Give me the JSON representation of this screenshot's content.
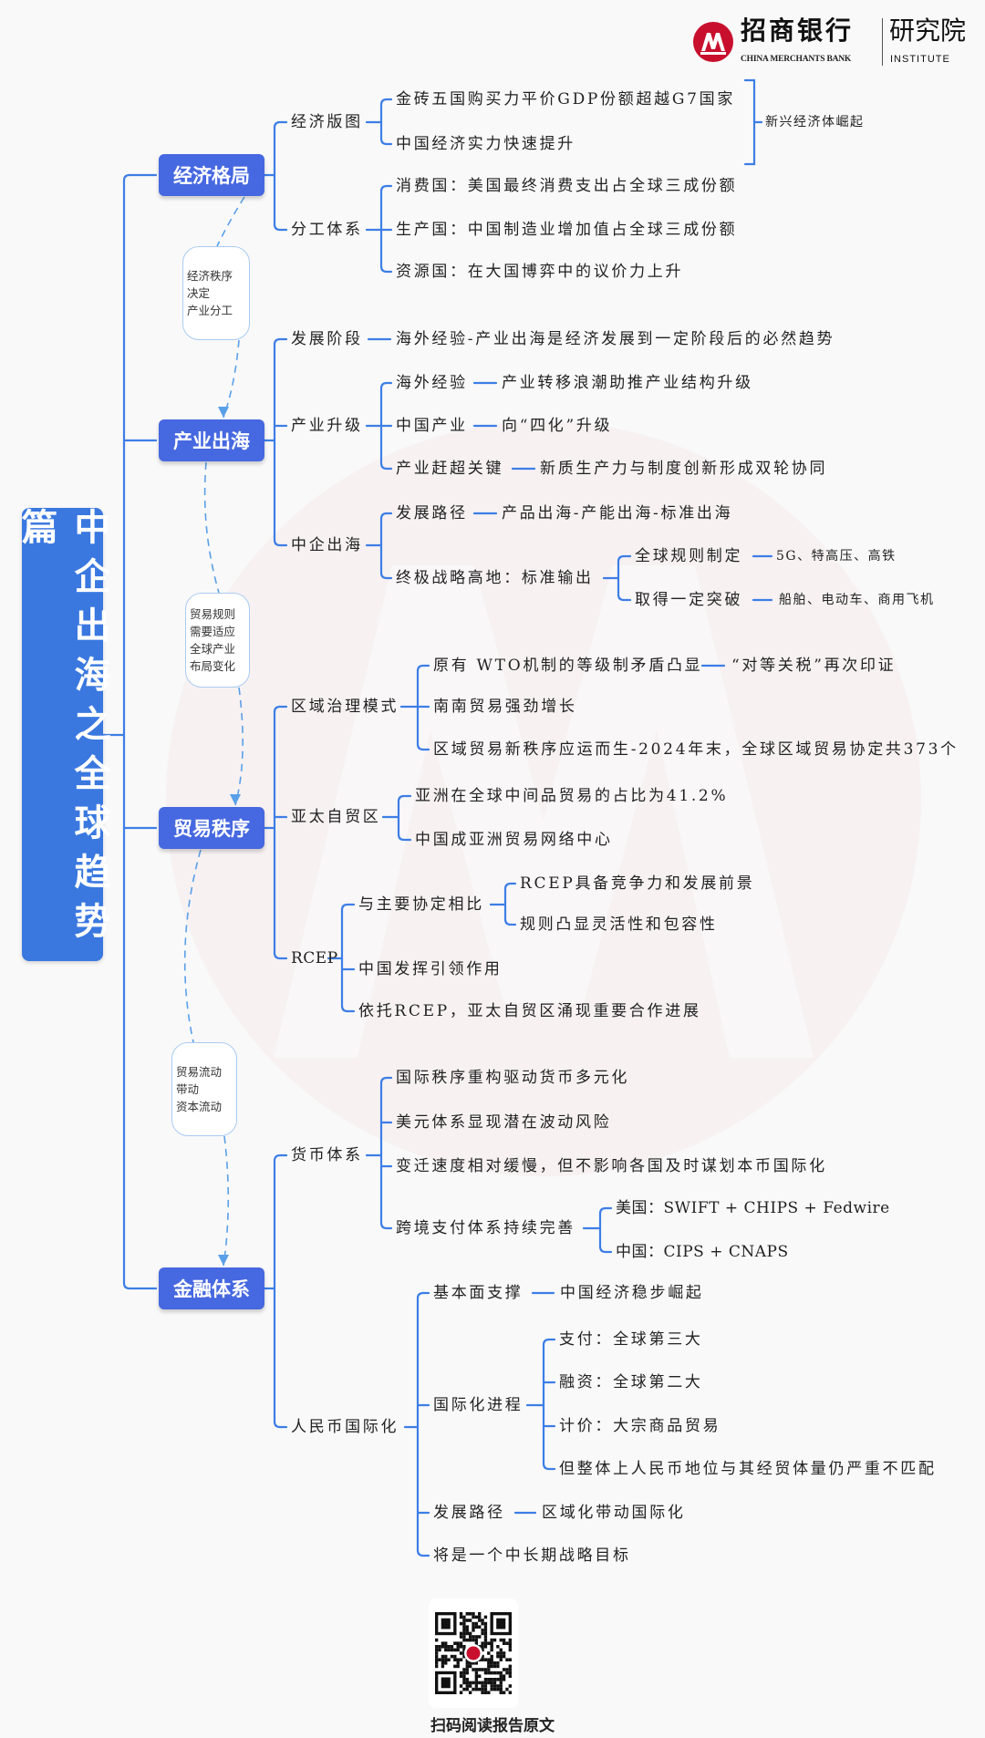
{
  "header": {
    "bank_name": "招商银行",
    "bank_name_en": "CHINA MERCHANTS BANK",
    "institute": "研究院",
    "institute_en": "INSTITUTE"
  },
  "title": "中企出海之全球趋势篇",
  "colors": {
    "line": "#3d7ee6",
    "category": "#4668e0",
    "title_box": "#3a78e0",
    "logo_red": "#c8102e"
  },
  "sections": [
    {
      "label": "经济格局",
      "branches": [
        {
          "label": "经济版图",
          "items": [
            {
              "label": "金砖五国购买力平价GDP份额超越G7国家"
            },
            {
              "label": "中国经济实力快速提升"
            }
          ],
          "summary": "新兴经济体崛起"
        },
        {
          "label": "分工体系",
          "items": [
            {
              "label": "消费国：美国最终消费支出占全球三成份额"
            },
            {
              "label": "生产国：中国制造业增加值占全球三成份额"
            },
            {
              "label": "资源国：在大国博弈中的议价力上升"
            }
          ]
        }
      ]
    },
    {
      "label": "产业出海",
      "branches": [
        {
          "label": "发展阶段",
          "detail": "海外经验-产业出海是经济发展到一定阶段后的必然趋势"
        },
        {
          "label": "产业升级",
          "items": [
            {
              "label": "海外经验",
              "detail": "产业转移浪潮助推产业结构升级"
            },
            {
              "label": "中国产业",
              "detail": "向“四化”升级"
            },
            {
              "label": "产业赶超关键",
              "detail": "新质生产力与制度创新形成双轮协同"
            }
          ]
        },
        {
          "label": "中企出海",
          "items": [
            {
              "label": "发展路径",
              "detail": "产品出海-产能出海-标准出海"
            },
            {
              "label": "终极战略高地：标准输出",
              "sub": [
                {
                  "label": "全球规则制定",
                  "detail": "5G、特高压、高铁"
                },
                {
                  "label": "取得一定突破",
                  "detail": "船舶、电动车、商用飞机"
                }
              ]
            }
          ]
        }
      ]
    },
    {
      "label": "贸易秩序",
      "branches": [
        {
          "label": "区域治理模式",
          "items": [
            {
              "label": "原有 WTO机制的等级制矛盾凸显",
              "detail": "“对等关税”再次印证"
            },
            {
              "label": "南南贸易强劲增长"
            },
            {
              "label": "区域贸易新秩序应运而生-2024年末，全球区域贸易协定共373个"
            }
          ]
        },
        {
          "label": "亚太自贸区",
          "items": [
            {
              "label": "亚洲在全球中间品贸易的占比为41.2%"
            },
            {
              "label": "中国成亚洲贸易网络中心"
            }
          ]
        },
        {
          "label": "RCEP",
          "items": [
            {
              "label": "与主要协定相比",
              "sub": [
                "RCEP具备竞争力和发展前景",
                "规则凸显灵活性和包容性"
              ]
            },
            {
              "label": "中国发挥引领作用"
            },
            {
              "label": "依托RCEP，亚太自贸区涌现重要合作进展"
            }
          ]
        }
      ]
    },
    {
      "label": "金融体系",
      "branches": [
        {
          "label": "货币体系",
          "items": [
            {
              "label": "国际秩序重构驱动货币多元化"
            },
            {
              "label": "美元体系显现潜在波动风险"
            },
            {
              "label": "变迁速度相对缓慢，但不影响各国及时谋划本币国际化"
            },
            {
              "label": "跨境支付体系持续完善",
              "sub": [
                "美国：SWIFT + CHIPS + Fedwire",
                "中国：CIPS + CNAPS"
              ]
            }
          ]
        },
        {
          "label": "人民币国际化",
          "items": [
            {
              "label": "基本面支撑",
              "detail": "中国经济稳步崛起"
            },
            {
              "label": "国际化进程",
              "sub": [
                "支付：全球第三大",
                "融资：全球第二大",
                "计价：大宗商品贸易",
                "但整体上人民币地位与其经贸体量仍严重不匹配"
              ]
            },
            {
              "label": "发展路径",
              "detail": "区域化带动国际化"
            },
            {
              "label": "将是一个中长期战略目标"
            }
          ]
        }
      ]
    }
  ],
  "callouts": [
    "经济秩序\n决定\n产业分工",
    "贸易规则\n需要适应\n全球产业\n布局变化",
    "贸易流动\n带动\n资本流动"
  ],
  "footer": {
    "qr_caption": "扫码阅读报告原文"
  }
}
